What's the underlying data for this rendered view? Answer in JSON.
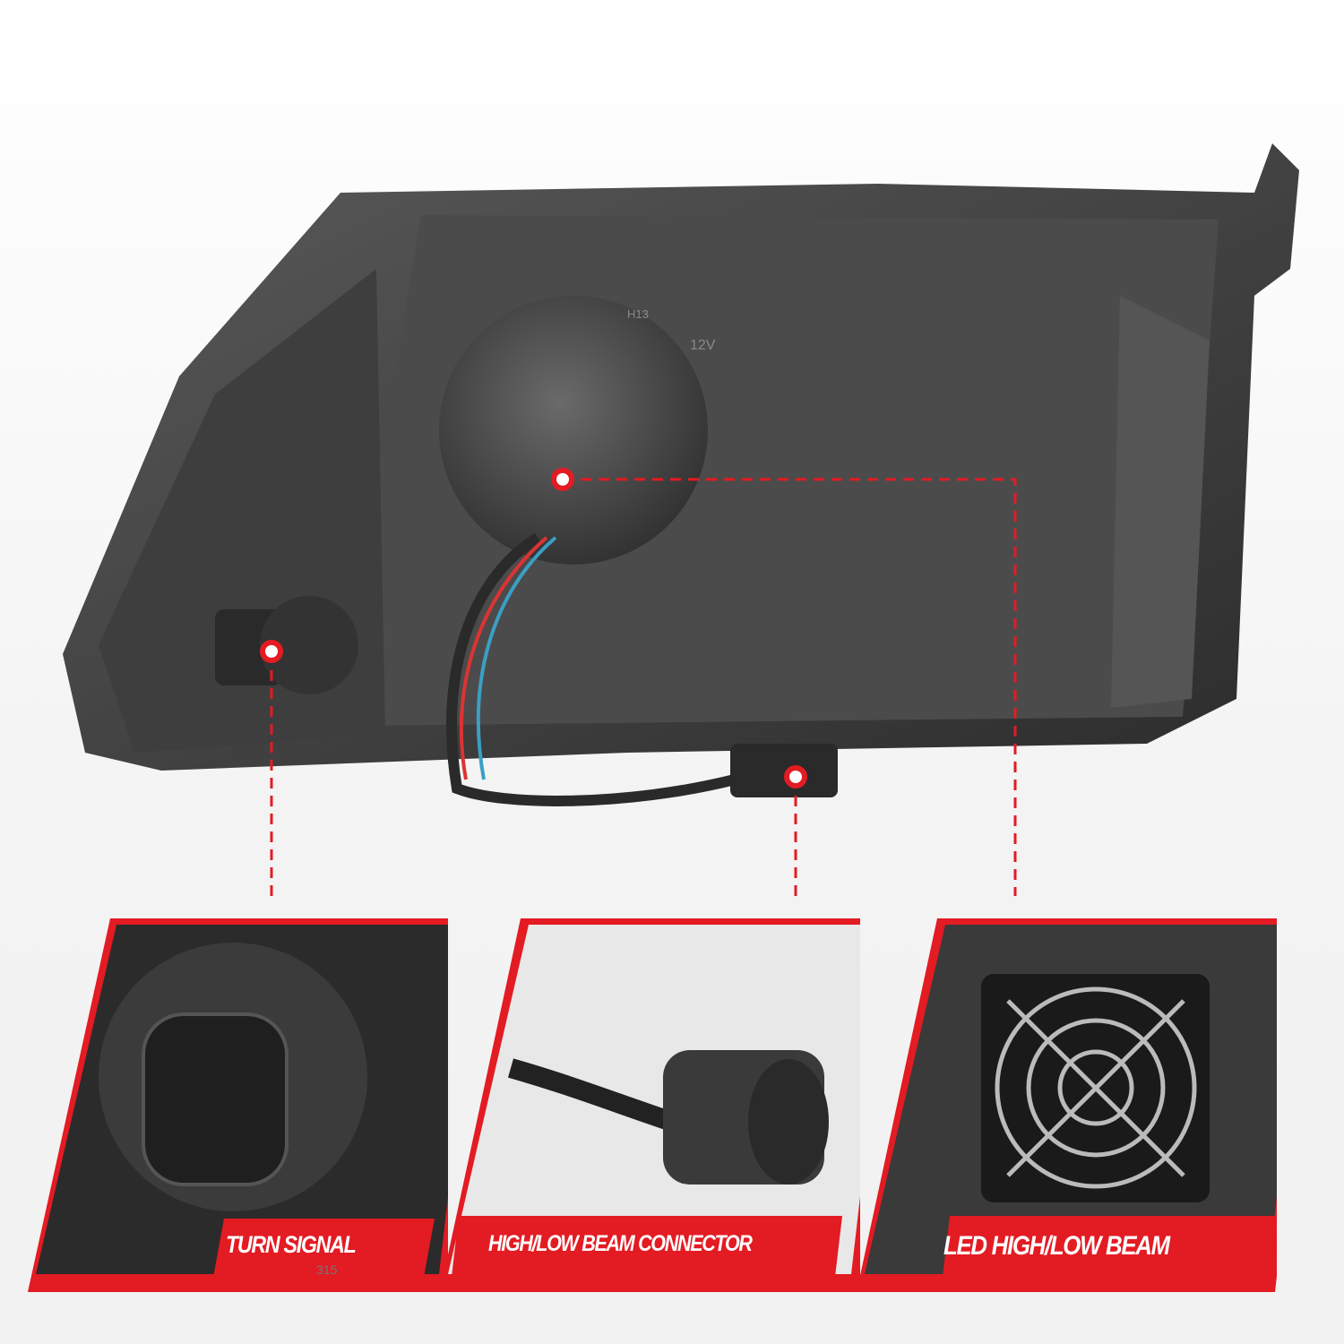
{
  "colors": {
    "accent": "#e31b23",
    "housing": "#3a3a3a",
    "background": "#f4f4f4"
  },
  "housing_markings": {
    "bulb": "H13",
    "voltage": "12V",
    "code": "315"
  },
  "callouts": [
    {
      "label": "TURN SIGNAL"
    },
    {
      "label": "HIGH/LOW BEAM CONNECTOR"
    },
    {
      "label": "LED HIGH/LOW BEAM"
    }
  ]
}
